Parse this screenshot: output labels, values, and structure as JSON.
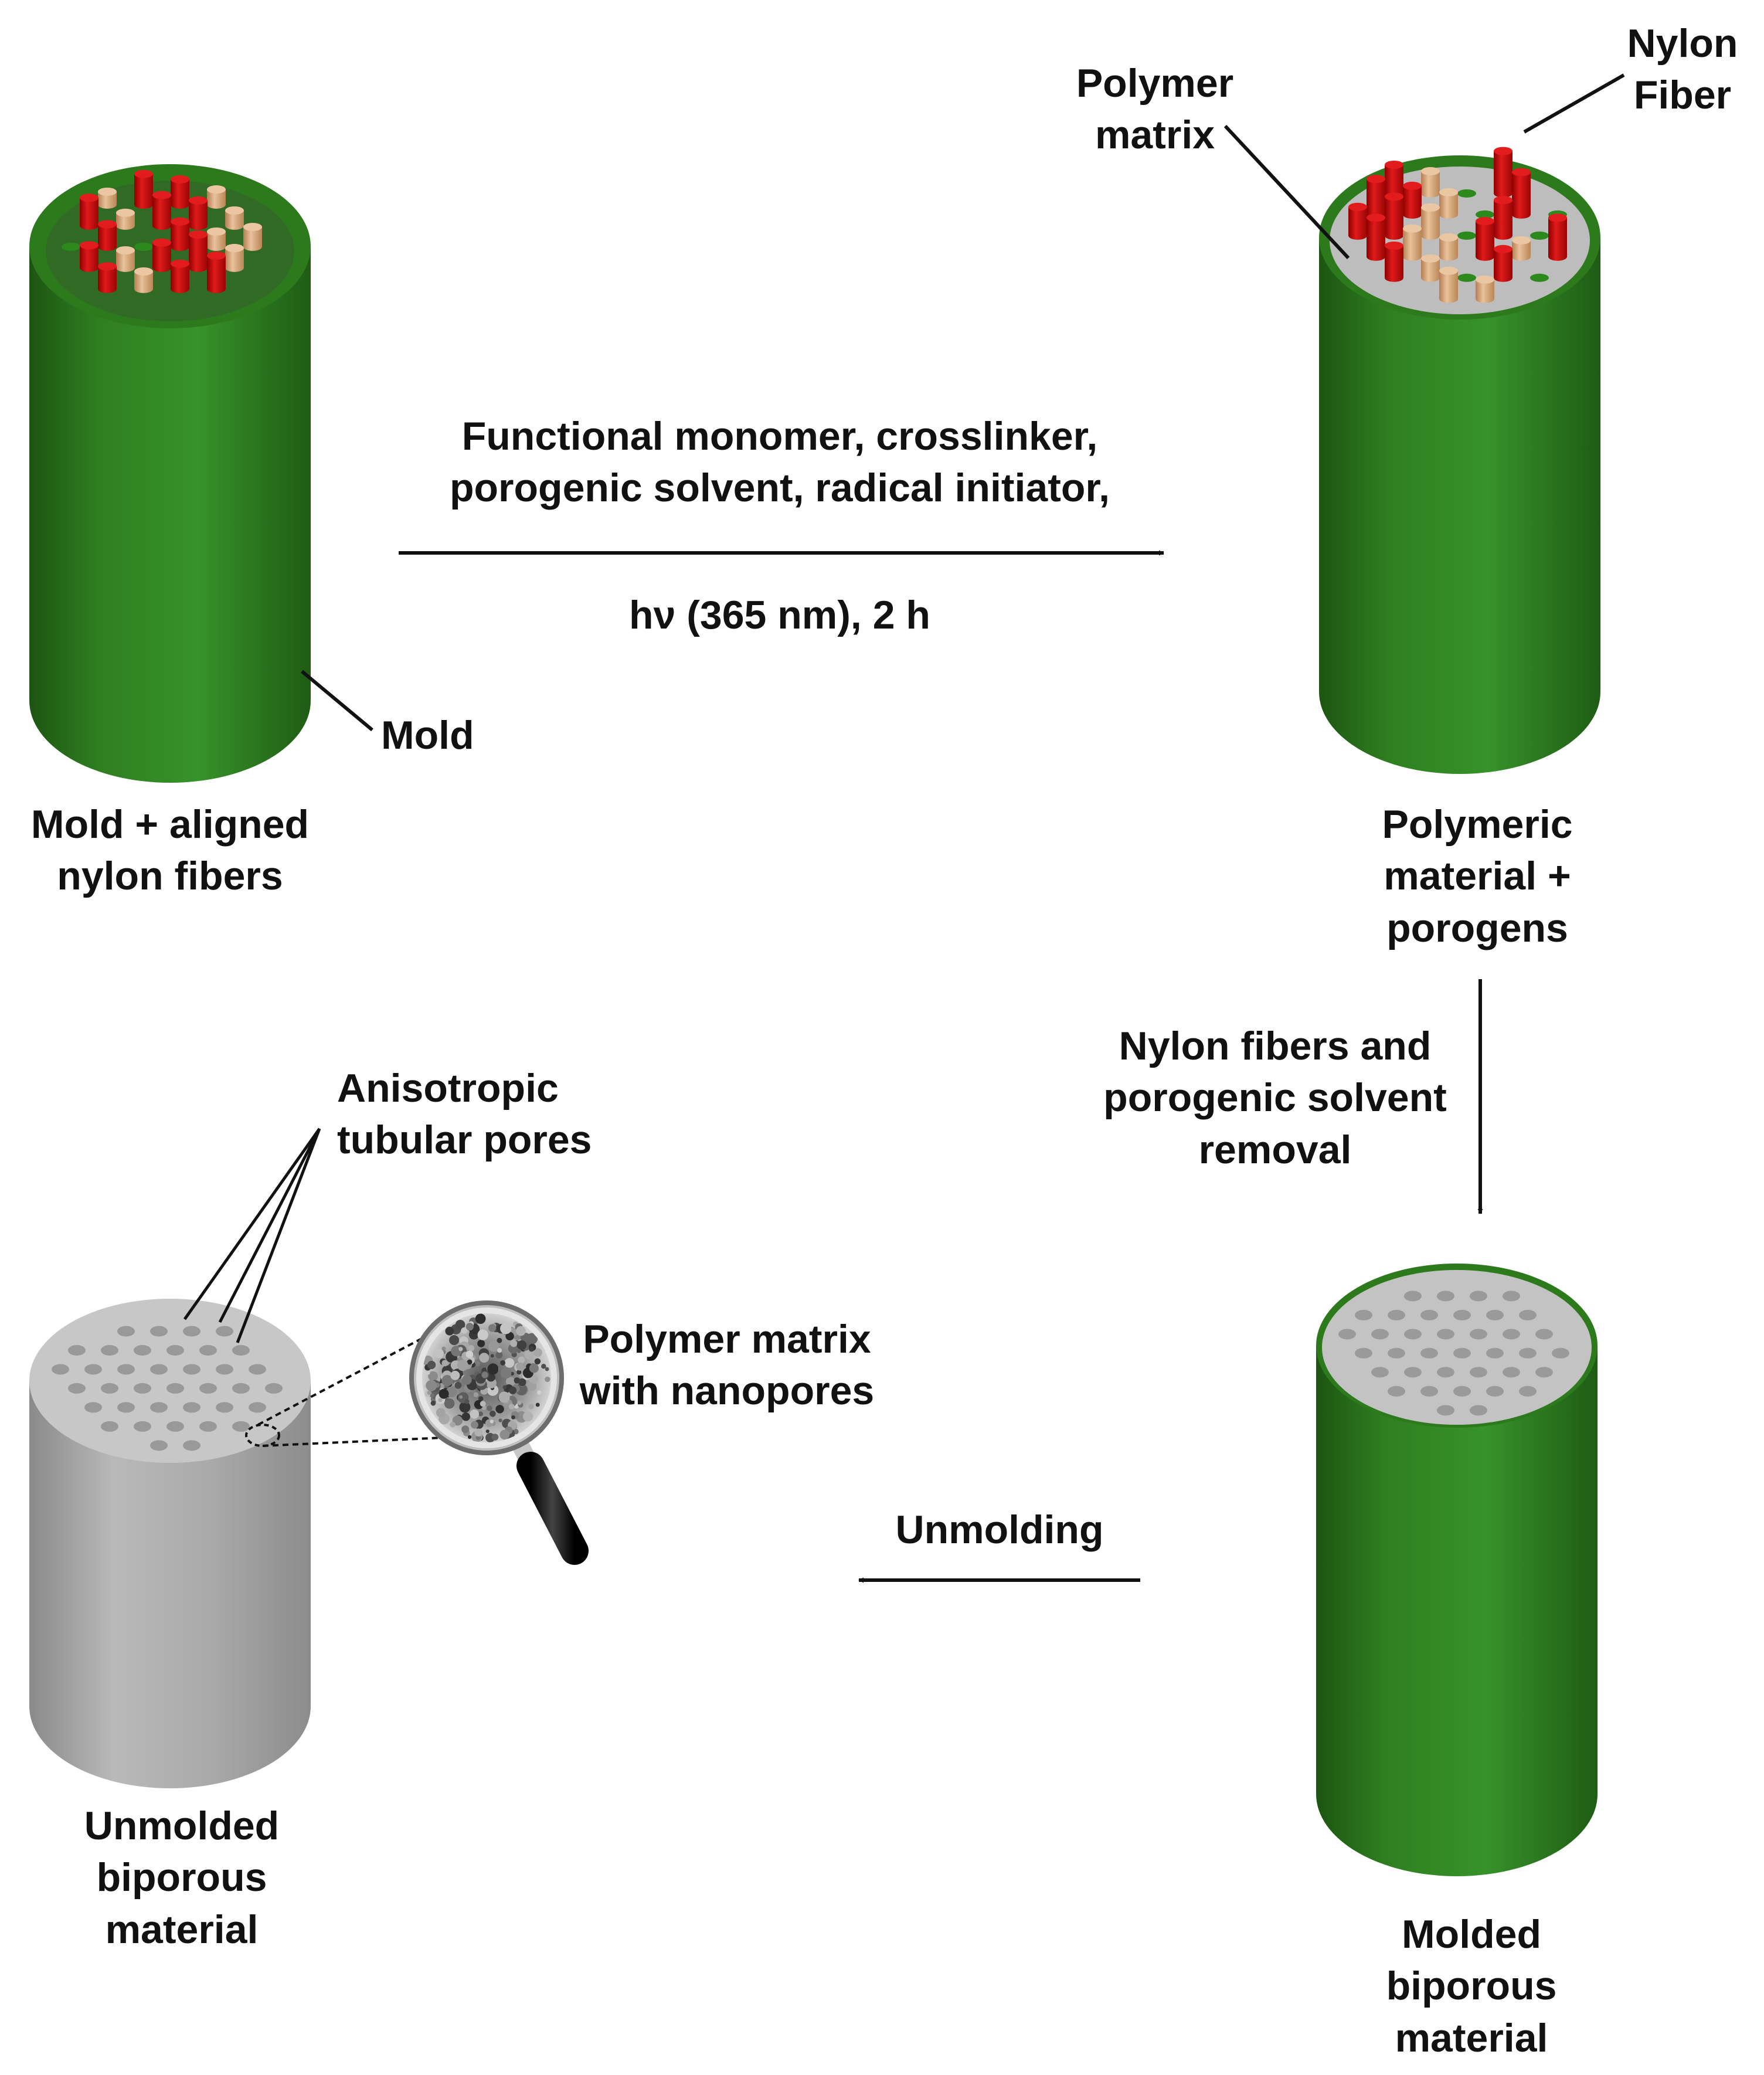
{
  "colors": {
    "mold_green": "#2f7d1f",
    "mold_green_dark": "#1f5a14",
    "fiber_red": "#cc1111",
    "fiber_tan": "#e2b48c",
    "fiber_green": "#2c8a1c",
    "matrix_gray": "#bdbdbd",
    "pore_gray": "#8e8e8e",
    "text": "#111111"
  },
  "icons": [
    "magnifying-glass-icon"
  ],
  "labels": {
    "mold": "Mold",
    "stage1": [
      "Mold + aligned",
      "nylon fibers"
    ],
    "arrow1_top": [
      "Functional monomer, crosslinker,",
      "porogenic solvent, radical initiator,"
    ],
    "arrow1_bottom": "hν (365 nm), 2 h",
    "polymer_matrix": [
      "Polymer",
      "matrix"
    ],
    "nylon_fiber": [
      "Nylon",
      "Fiber"
    ],
    "stage2": [
      "Polymeric",
      "material +",
      "porogens"
    ],
    "arrow2": [
      "Nylon fibers and",
      "porogenic solvent",
      "removal"
    ],
    "stage3": [
      "Molded",
      "biporous",
      "material"
    ],
    "arrow3": "Unmolding",
    "anisotropic": [
      "Anisotropic",
      "tubular pores"
    ],
    "nanopores": [
      "Polymer matrix",
      "with nanopores"
    ],
    "stage4": [
      "Unmolded",
      "biporous",
      "material"
    ]
  }
}
